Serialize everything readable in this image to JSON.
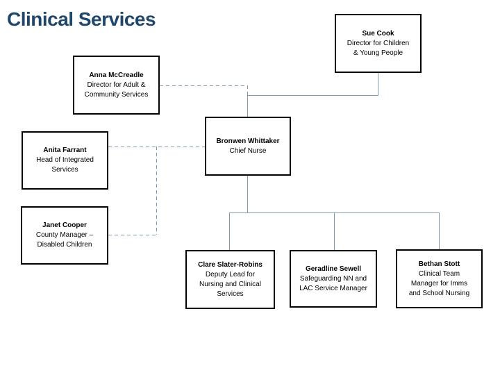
{
  "page": {
    "title": "Clinical Services"
  },
  "colors": {
    "title": "#20476B",
    "connector": "#7E99AE",
    "box_border": "#000000",
    "background": "#FFFFFF"
  },
  "boxes": {
    "sue": {
      "name": "Sue Cook",
      "role_lines": [
        "Director for Children",
        "& Young People"
      ]
    },
    "anna": {
      "name": "Anna McCreadle",
      "role_lines": [
        "Director for Adult &",
        "Community Services"
      ]
    },
    "anita": {
      "name": "Anita Farrant",
      "role_lines": [
        "Head of Integrated",
        "Services"
      ]
    },
    "bronwen": {
      "name": "Bronwen Whittaker",
      "role_lines": [
        "Chief Nurse"
      ]
    },
    "janet": {
      "name": "Janet Cooper",
      "role_lines": [
        "County Manager –",
        "Disabled Children"
      ]
    },
    "clare": {
      "name": "Clare Slater-Robins",
      "role_lines": [
        "Deputy Lead for",
        "Nursing and Clinical",
        "Services"
      ]
    },
    "geradline": {
      "name": "Geradline Sewell",
      "role_lines": [
        "Safeguarding NN and",
        "LAC Service Manager"
      ]
    },
    "bethan": {
      "name": "Bethan Stott",
      "role_lines": [
        "Clinical Team",
        "Manager for Imms",
        "and School Nursing"
      ]
    }
  }
}
